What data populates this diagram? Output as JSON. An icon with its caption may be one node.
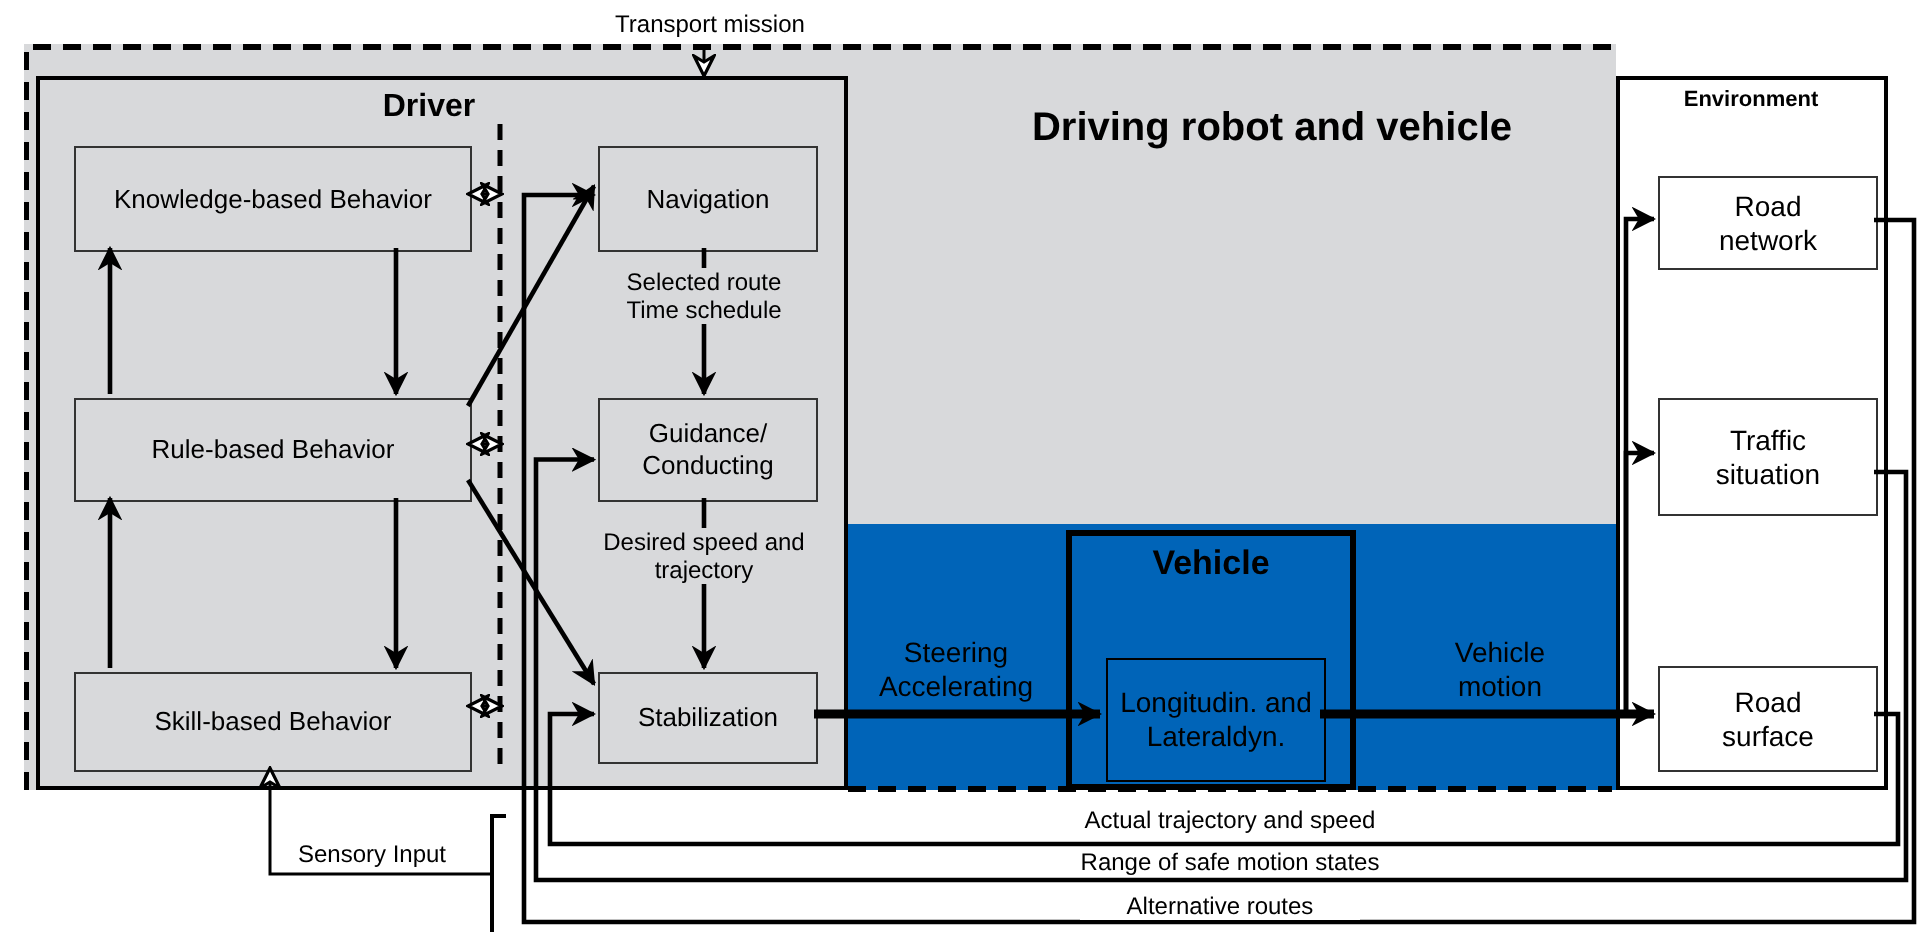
{
  "diagram": {
    "nodes": [
      {
        "text": [
          "Driving robot and vehicle"
        ]
      },
      {
        "text": [
          "Driver"
        ],
        "in": 0
      },
      {
        "text": [
          "Knowledge-based Behavior"
        ],
        "in": 1
      },
      {
        "text": [
          "Rule-based Behavior"
        ],
        "in": 1
      },
      {
        "text": [
          "Skill-based Behavior"
        ],
        "in": 1
      },
      {
        "text": [
          "Navigation"
        ],
        "in": 1
      },
      {
        "text": [
          "Guidance/ Conducting"
        ],
        "in": 1
      },
      {
        "text": [
          "Stabilization"
        ],
        "in": 1
      },
      {
        "text": [
          "Vehicle"
        ],
        "in": 0
      },
      {
        "text": [
          "Longitudin. and Lateraldyn."
        ],
        "in": 8
      },
      {
        "text": [
          "Environment"
        ]
      },
      {
        "text": [
          "Road network"
        ],
        "in": 10
      },
      {
        "text": [
          "Traffic situation"
        ],
        "in": 10
      },
      {
        "text": [
          "Road surface"
        ],
        "in": 10
      }
    ],
    "edges": [
      {
        "from": null,
        "to": 1,
        "arrow": "to",
        "label": "Transport mission"
      },
      {
        "from": 2,
        "to": 3,
        "arrow": "to"
      },
      {
        "from": 3,
        "to": 2,
        "arrow": "to"
      },
      {
        "from": 3,
        "to": 4,
        "arrow": "to"
      },
      {
        "from": 4,
        "to": 3,
        "arrow": "to"
      },
      {
        "from": 3,
        "to": 5,
        "arrow": "to"
      },
      {
        "from": 3,
        "to": 7,
        "arrow": "to"
      },
      {
        "from": 5,
        "to": 6,
        "arrow": "to",
        "label": "Selected route Time schedule"
      },
      {
        "from": 6,
        "to": 7,
        "arrow": "to",
        "label": "Desired speed and trajectory"
      },
      {
        "from": 7,
        "to": 9,
        "arrow": "to",
        "label": "Steering Accelerating",
        "style": "thick"
      },
      {
        "from": 9,
        "to": 13,
        "arrow": "to",
        "label": "Vehicle motion",
        "style": "thick"
      },
      {
        "from": 9,
        "to": 12,
        "arrow": "to"
      },
      {
        "from": 9,
        "to": 11,
        "arrow": "to"
      },
      {
        "from": 13,
        "to": 7,
        "arrow": "to",
        "label": "Actual trajectory and speed"
      },
      {
        "from": 12,
        "to": 6,
        "arrow": "to",
        "label": "Range of safe motion states"
      },
      {
        "from": 11,
        "to": 5,
        "arrow": "to",
        "label": "Alternative routes"
      },
      {
        "from": 2,
        "to": null,
        "arrow": "both"
      },
      {
        "from": 3,
        "to": null,
        "arrow": "both"
      },
      {
        "from": 4,
        "to": null,
        "arrow": "both"
      },
      {
        "from": null,
        "to": 4,
        "arrow": "to",
        "label": "Sensory Input"
      }
    ]
  }
}
